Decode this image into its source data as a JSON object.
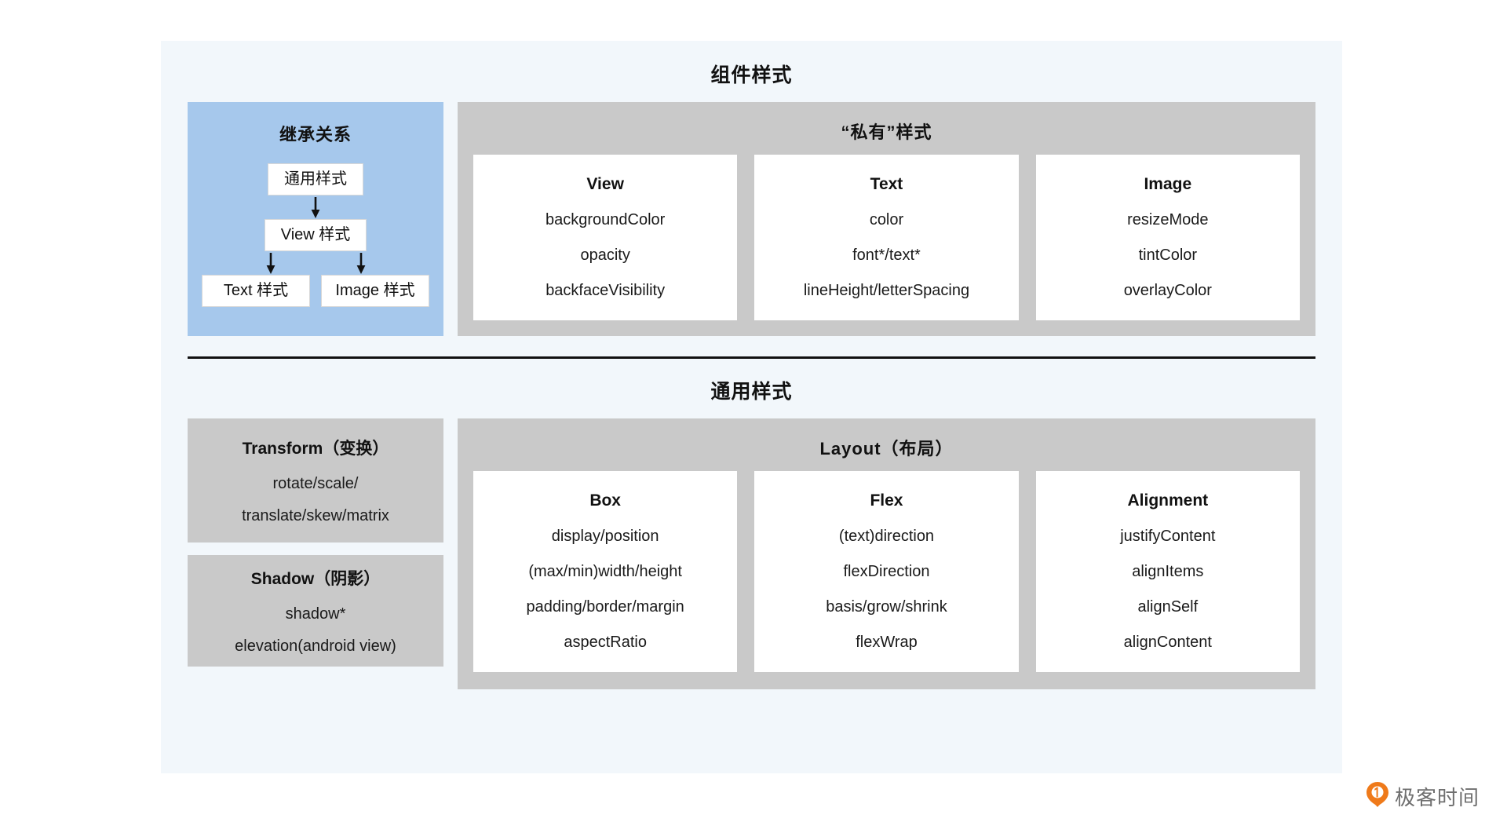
{
  "component_section": {
    "title": "组件样式",
    "inheritance": {
      "title": "继承关系",
      "root": "通用样式",
      "mid": "View 样式",
      "leaves": [
        "Text 样式",
        "Image 样式"
      ]
    },
    "private_group": {
      "title": "“私有”样式",
      "cards": [
        {
          "title": "View",
          "lines": [
            "backgroundColor",
            "opacity",
            "backfaceVisibility"
          ]
        },
        {
          "title": "Text",
          "lines": [
            "color",
            "font*/text*",
            "lineHeight/letterSpacing"
          ]
        },
        {
          "title": "Image",
          "lines": [
            "resizeMode",
            "tintColor",
            "overlayColor"
          ]
        }
      ]
    }
  },
  "general_section": {
    "title": "通用样式",
    "transform": {
      "title": "Transform（变换）",
      "lines": [
        "rotate/scale/",
        "translate/skew/matrix"
      ]
    },
    "shadow": {
      "title": "Shadow（阴影）",
      "lines": [
        "shadow*",
        "elevation(android view)"
      ]
    },
    "layout_group": {
      "title": "Layout（布局）",
      "cards": [
        {
          "title": "Box",
          "lines": [
            "display/position",
            "(max/min)width/height",
            "padding/border/margin",
            "aspectRatio"
          ]
        },
        {
          "title": "Flex",
          "lines": [
            "(text)direction",
            "flexDirection",
            "basis/grow/shrink",
            "flexWrap"
          ]
        },
        {
          "title": "Alignment",
          "lines": [
            "justifyContent",
            "alignItems",
            "alignSelf",
            "alignContent"
          ]
        }
      ]
    }
  },
  "watermark": {
    "text": "极客时间",
    "logo_color": "#ef7a1a"
  },
  "colors": {
    "canvas": "#f2f7fb",
    "inheritance_panel": "#a6c8ec",
    "group_panel": "#c9c9c9",
    "card": "#ffffff",
    "divider": "#111111"
  }
}
